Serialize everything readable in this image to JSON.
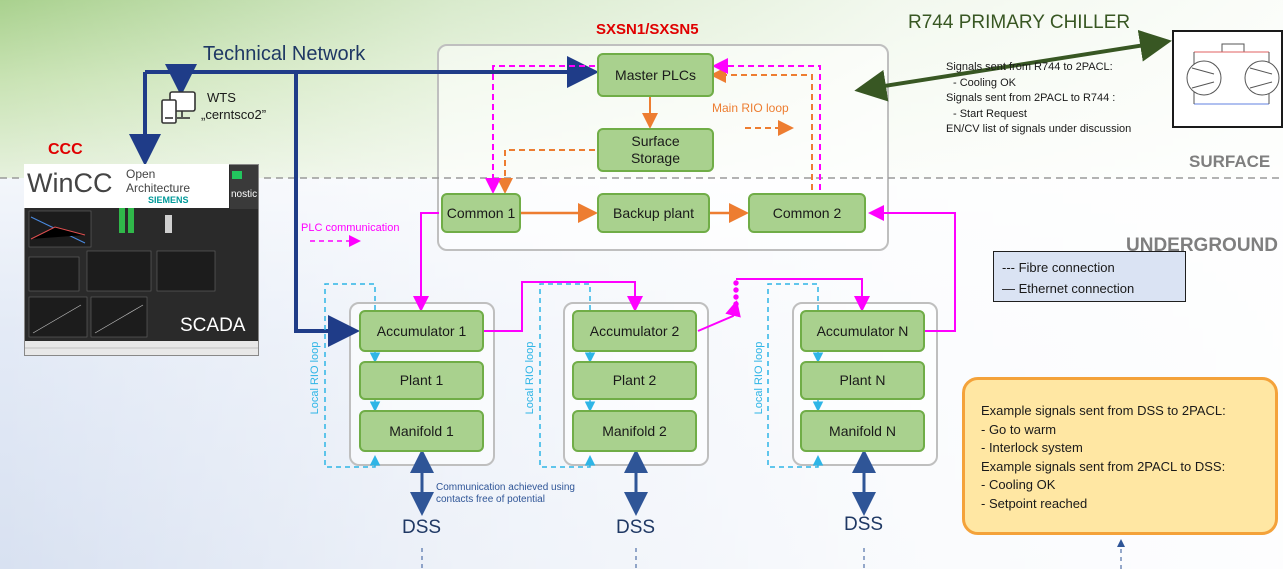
{
  "zones": {
    "surface": "SURFACE",
    "underground": "UNDERGROUND"
  },
  "network": {
    "technical_network": "Technical Network",
    "wts_name": "WTS",
    "wts_host": "„cerntsco2”"
  },
  "control_room": {
    "ccc": "CCC",
    "wincc_main": "WinCC",
    "wincc_open": "Open",
    "wincc_arch": "Architecture",
    "siemens": "SIEMENS",
    "panel_caption": "nostic panel",
    "scada": "SCADA"
  },
  "central": {
    "title": "SXSN1/SXSN5",
    "master_plcs": "Master PLCs",
    "surface_storage": "Surface\nStorage",
    "main_rio_loop": "Main RIO loop",
    "common1": "Common 1",
    "backup_plant": "Backup plant",
    "common2": "Common 2",
    "plc_communication": "PLC communication"
  },
  "chiller": {
    "title": "R744 PRIMARY CHILLER",
    "signals": [
      "Signals sent from R744 to 2PACL:",
      "- Cooling OK",
      "Signals sent from 2PACL to R744 :",
      "- Start Request",
      "EN/CV list of signals under discussion"
    ]
  },
  "units": [
    {
      "accumulator": "Accumulator 1",
      "plant": "Plant 1",
      "manifold": "Manifold 1",
      "rio": "Local RIO loop",
      "dss": "DSS"
    },
    {
      "accumulator": "Accumulator 2",
      "plant": "Plant 2",
      "manifold": "Manifold 2",
      "rio": "Local RIO loop",
      "dss": "DSS"
    },
    {
      "accumulator": "Accumulator N",
      "plant": "Plant N",
      "manifold": "Manifold N",
      "rio": "Local RIO loop",
      "dss": "DSS"
    }
  ],
  "contacts_note": "Communication achieved using\ncontacts free of potential",
  "legend": {
    "fibre": "--- Fibre connection",
    "ethernet": "— Ethernet connection"
  },
  "example_signals": [
    "Example signals sent from DSS to 2PACL:",
    "- Go to warm",
    "- Interlock system",
    "Example signals sent from 2PACL to DSS:",
    "- Cooling OK",
    "- Setpoint reached"
  ],
  "colors": {
    "plc_link": "#ff00ff",
    "rio_fibre": "#ed7d31",
    "local_rio": "#2eb5e6",
    "ethernet": "#1f3c88",
    "chiller_link": "#385723",
    "node_fill": "#a9d18e",
    "node_border": "#70ad47",
    "title_red": "#e00000"
  }
}
